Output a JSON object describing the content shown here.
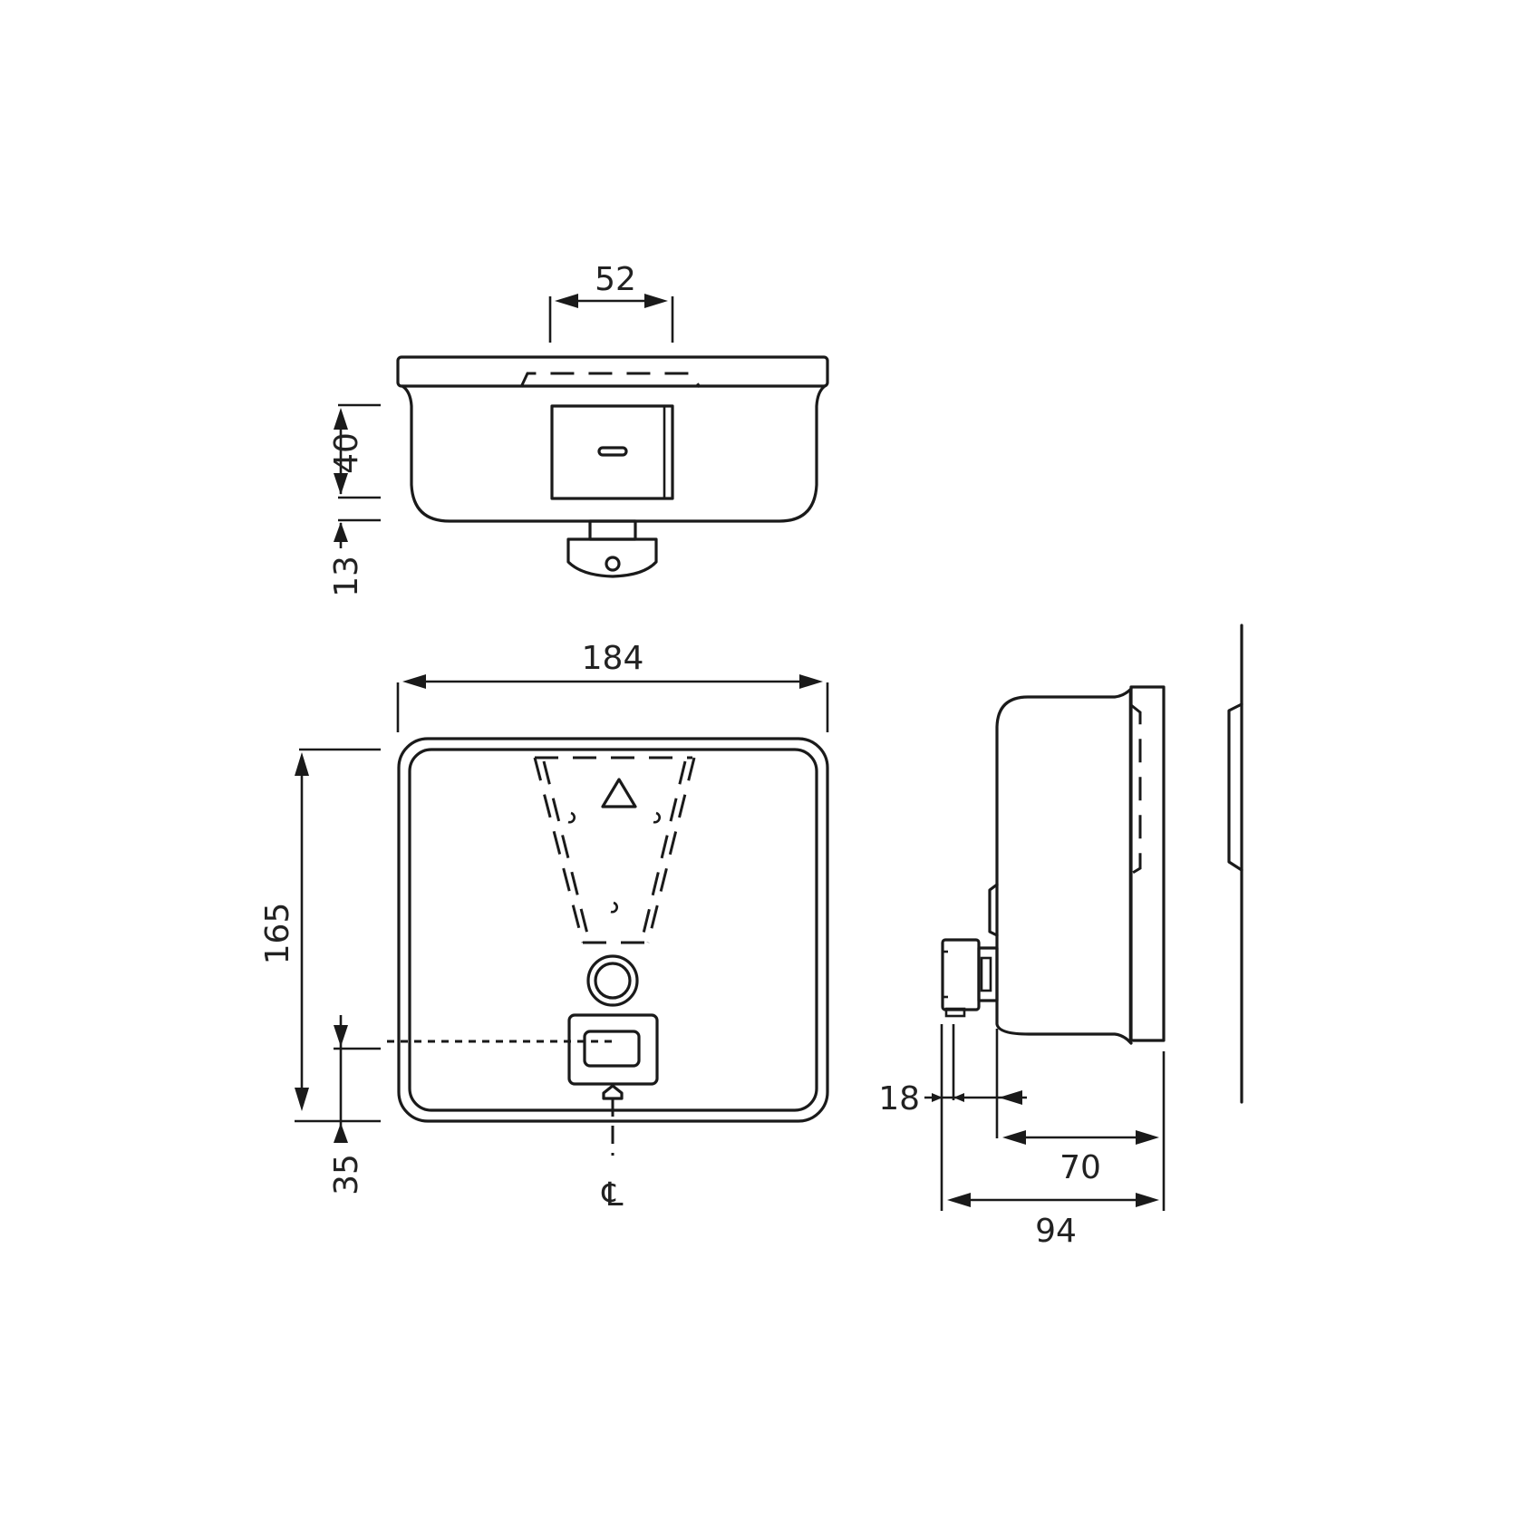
{
  "drawing": {
    "subject": "Wall-mounted soap dispenser dimension drawing",
    "units": "mm",
    "line_color": "#1a1a1a",
    "background": "#ffffff"
  },
  "top_view": {
    "dim_width_52": "52",
    "dim_height_40": "40",
    "dim_offset_13": "13"
  },
  "front_view": {
    "dim_width_184": "184",
    "dim_height_165": "165",
    "dim_valve_35": "35",
    "centerline_symbol": "℄"
  },
  "side_view": {
    "dim_valve_18": "18",
    "dim_body_70": "70",
    "dim_depth_94": "94"
  }
}
